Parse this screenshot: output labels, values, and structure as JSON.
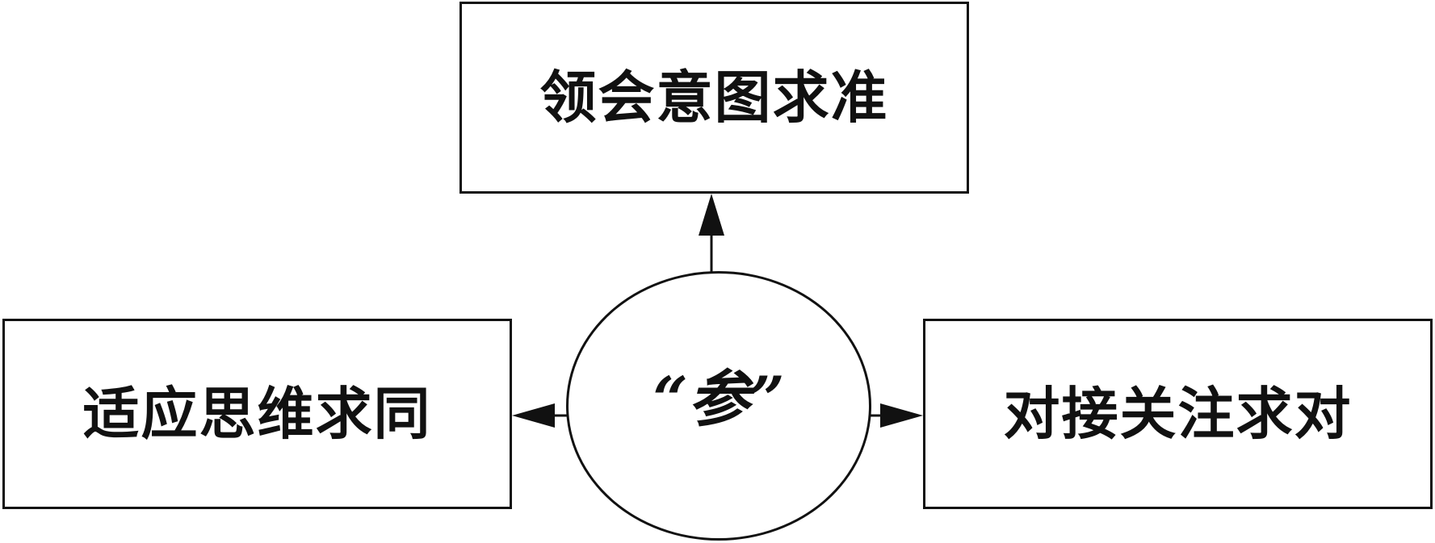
{
  "diagram": {
    "center": {
      "label": "“参”"
    },
    "top_box": {
      "label": "领会意图求准"
    },
    "left_box": {
      "label": "适应思维求同"
    },
    "right_box": {
      "label": "对接关注求对"
    }
  }
}
